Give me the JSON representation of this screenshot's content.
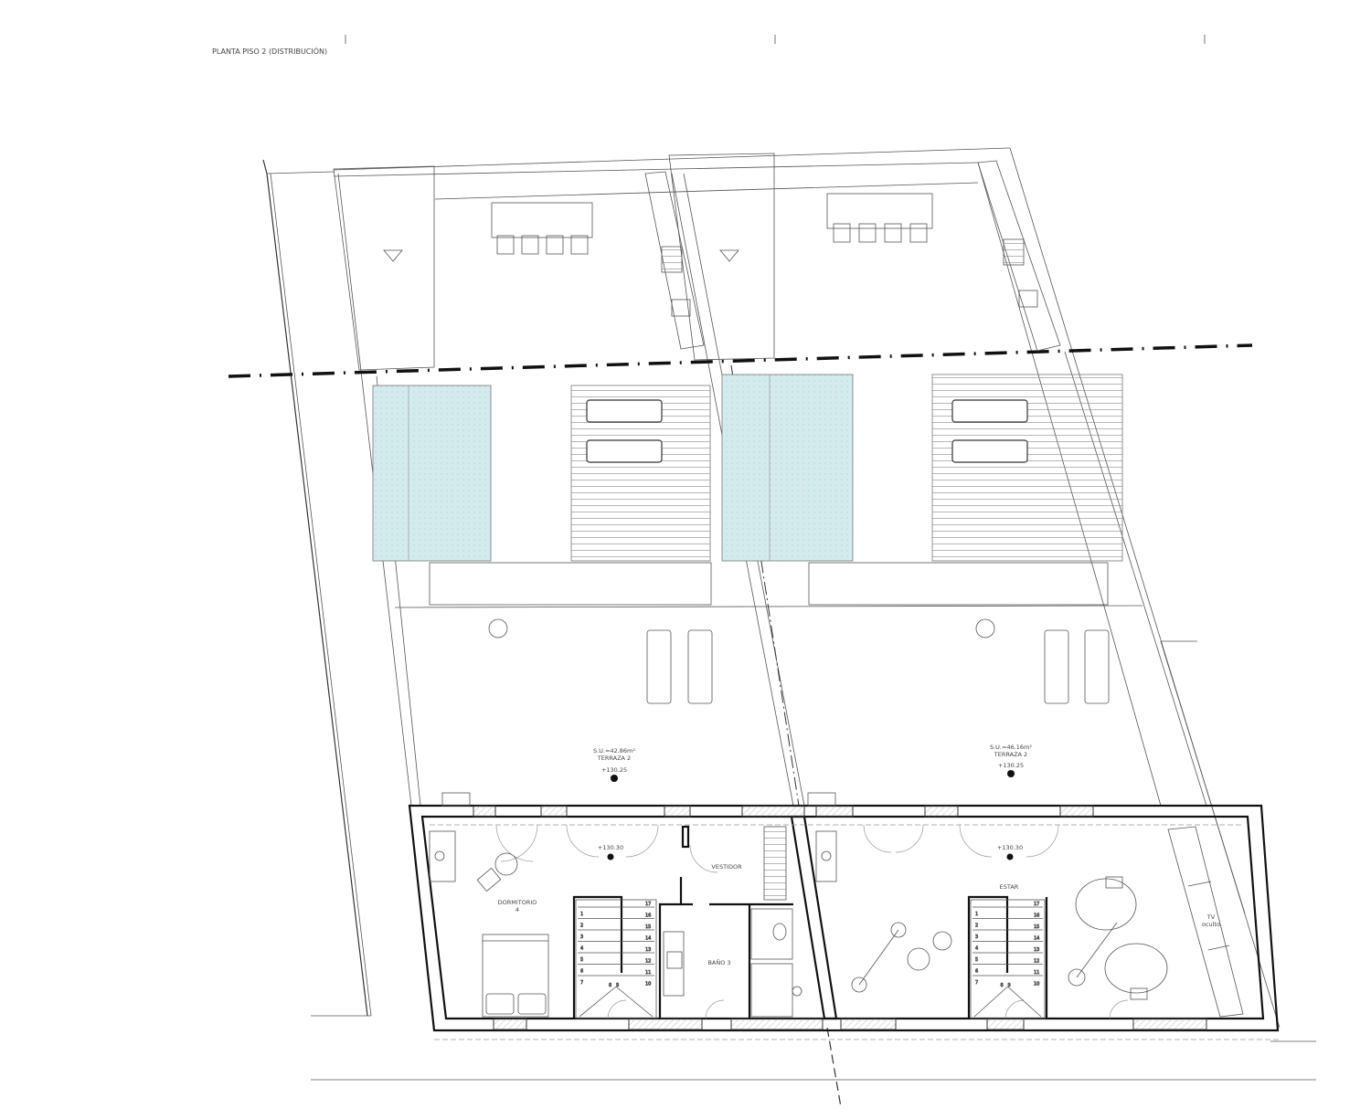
{
  "title": "PLANTA PISO 2 (DISTRIBUCIÓN)",
  "terraces": [
    {
      "area": "S.U.=42.86m²",
      "name": "TERRAZA 2",
      "level": "+130.25"
    },
    {
      "area": "S.U.=46.16m²",
      "name": "TERRAZA 2",
      "level": "+130.25"
    }
  ],
  "interior_levels": [
    "+130.30",
    "+130.30"
  ],
  "rooms": {
    "dormitorio": "DORMITORIO",
    "dormitorio_num": "4",
    "vestidor": "VESTIDOR",
    "bano": "BAÑO 3",
    "estar": "ESTAR",
    "tv": "TV",
    "tv_sub": "oculto"
  },
  "stairs": {
    "left_column": [
      "1",
      "2",
      "3",
      "4",
      "5",
      "6",
      "7"
    ],
    "landing": [
      "8",
      "9"
    ],
    "right_column": [
      "17",
      "16",
      "15",
      "14",
      "13",
      "12",
      "11",
      "10"
    ]
  },
  "colors": {
    "pool": "#d4ebee",
    "line": "#333333"
  }
}
